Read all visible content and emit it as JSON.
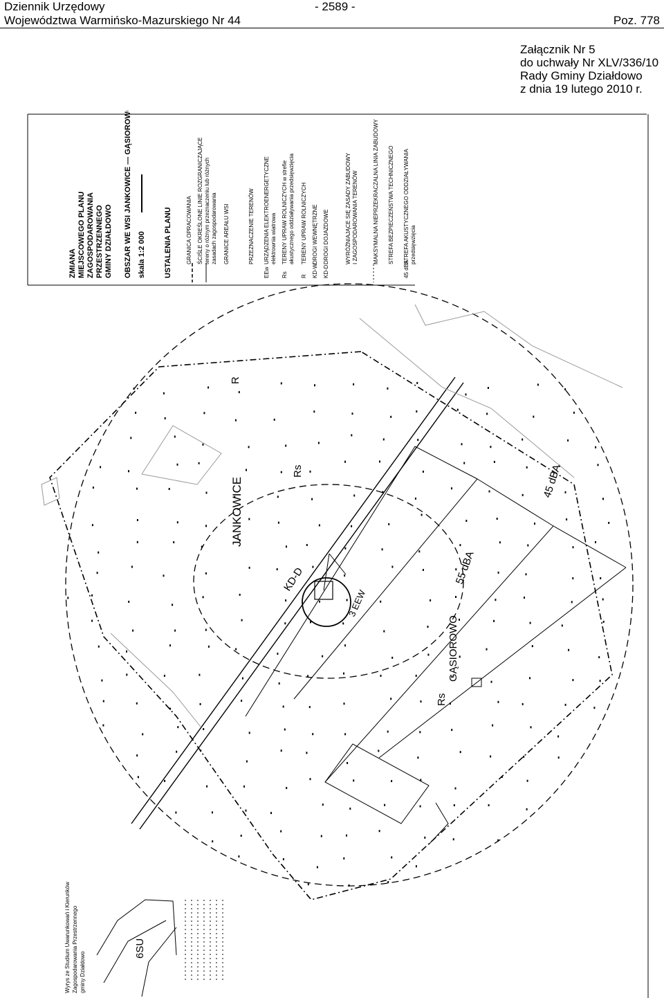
{
  "header": {
    "journal": "Dziennik Urzędowy",
    "page_number": "- 2589 -",
    "region": "Województwa Warmińsko-Mazurskiego Nr 44",
    "position": "Poz. 778"
  },
  "attachment": {
    "line1": "Załącznik Nr 5",
    "line2": "do uchwały Nr XLV/336/10",
    "line3": "Rady Gminy Działdowo",
    "line4": "z dnia 19 lutego 2010 r."
  },
  "map_labels": {
    "r": "R",
    "rs_north": "Rs",
    "rs_south": "Rs",
    "village_1": "JANKOWICE",
    "village_2": "GĄSIOROWO",
    "road": "KD-D",
    "noise_55": "55 dBA",
    "noise_45": "45 dBA",
    "station": "3 EEW"
  },
  "legend": {
    "title_1": "ZMIANA",
    "title_2": "MIEJSCOWEGO PLANU",
    "title_3": "ZAGOSPODAROWANIA",
    "title_4": "PRZESTRZENNEGO",
    "title_5": "GMINY DZIAŁDOWO",
    "area": "OBSZAR WE WSI JANKOWICE — GĄSIOROWO",
    "scale": "skala 1:2 000",
    "section_plan": "USTALENIA PLANU",
    "boundary": "GRANICA OPRACOWANIA",
    "division_1": "ŚCIŚLE OKREŚLONE LINIE ROZGRANICZAJĄCE",
    "division_2": "tereny o różnym przeznaczeniu lub różnych",
    "division_3": "zasadach zagospodarowania",
    "village_bounds": "GRANICE AREAŁU WSI",
    "section_use": "PRZEZNACZENIE TERENÓW",
    "use_eew_code": "EEw",
    "use_eew": "URZĄDZENIA ELEKTROENERGETYCZNE",
    "use_eew_2": "elektrownia wiatrowa",
    "use_rs_code": "Rs",
    "use_rs_1": "TERENY UPRAW ROLNICZYCH w strefie",
    "use_rs_2": "akustycznego oddziaływania przedsięwzięcia",
    "use_r_code": "R",
    "use_r": "TERENY UPRAW ROLNICZYCH",
    "use_kdw_code": "KD-W",
    "use_kdw": "DROGI WEWNĘTRZNE",
    "use_kdd_code": "KD-D",
    "use_kdd": "DROGI DOJAZDOWE",
    "section_rules_1": "WYRÓŻNIAJĄCE SIĘ ZASADY ZABUDOWY",
    "section_rules_2": "I ZAGOSPODAROWANIA TERENÓW",
    "max_line": "MAKSYMALNA NIEPRZEKRACZALNA LINIA ZABUDOWY",
    "safety_zone": "STREFA BEZPIECZEŃSTWA TECHNICZNEGO",
    "safety_code": "45 dBA",
    "acoustic_zone_1": "STREFA AKUSTYCZNEGO ODDZIAŁYWANIA",
    "acoustic_zone_2": "przedsięwzięcia"
  },
  "inset": {
    "caption_1": "Wyrys ze Studium Uwarunkowań i Kierunków",
    "caption_2": "Zagospodarowania Przestrzennego",
    "caption_3": "gminy Działdowo",
    "label_6su": "6SU"
  },
  "colors": {
    "ink": "#000000",
    "paper": "#ffffff",
    "light_line": "#9a9a9a"
  }
}
